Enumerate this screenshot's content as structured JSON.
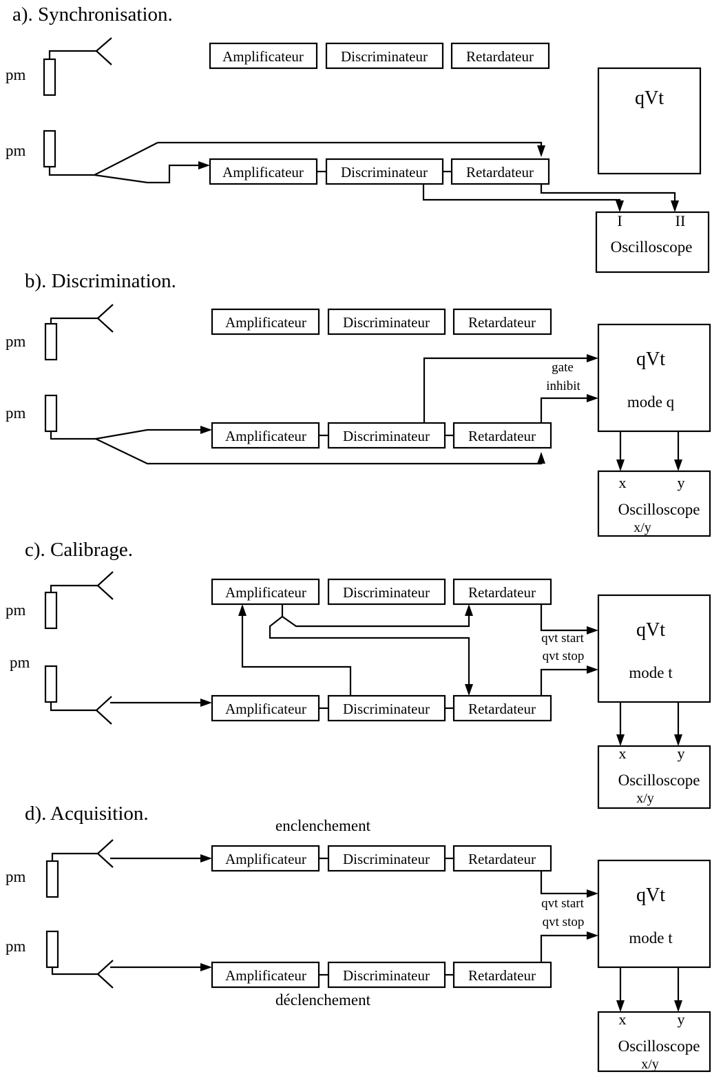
{
  "sections": [
    {
      "title": "a). Synchronisation.",
      "pm_label": "pm",
      "top_row": [
        "Amplificateur",
        "Discriminateur",
        "Retardateur"
      ],
      "bottom_row": [
        "Amplificateur",
        "Discriminateur",
        "Retardateur"
      ],
      "qvt": {
        "title": "qVt",
        "mode": ""
      },
      "oscilloscope": {
        "inputs": [
          "I",
          "II"
        ],
        "label": "Oscilloscope",
        "sublabel": ""
      }
    },
    {
      "title": "b). Discrimination.",
      "pm_label": "pm",
      "top_row": [
        "Amplificateur",
        "Discriminateur",
        "Retardateur"
      ],
      "bottom_row": [
        "Amplificateur",
        "Discriminateur",
        "Retardateur"
      ],
      "signal_labels": [
        "gate",
        "inhibit"
      ],
      "qvt": {
        "title": "qVt",
        "mode": "mode q"
      },
      "oscilloscope": {
        "inputs": [
          "x",
          "y"
        ],
        "label": "Oscilloscope",
        "sublabel": "x/y"
      }
    },
    {
      "title": "c). Calibrage.",
      "pm_label": "pm",
      "top_row": [
        "Amplificateur",
        "Discriminateur",
        "Retardateur"
      ],
      "bottom_row": [
        "Amplificateur",
        "Discriminateur",
        "Retardateur"
      ],
      "signal_labels": [
        "qvt start",
        "qvt stop"
      ],
      "qvt": {
        "title": "qVt",
        "mode": "mode t"
      },
      "oscilloscope": {
        "inputs": [
          "x",
          "y"
        ],
        "label": "Oscilloscope",
        "sublabel": "x/y"
      }
    },
    {
      "title": "d). Acquisition.",
      "pm_label": "pm",
      "top_row": [
        "Amplificateur",
        "Discriminateur",
        "Retardateur"
      ],
      "bottom_row": [
        "Amplificateur",
        "Discriminateur",
        "Retardateur"
      ],
      "top_caption": "enclenchement",
      "bottom_caption": "déclenchement",
      "signal_labels": [
        "qvt start",
        "qvt stop"
      ],
      "qvt": {
        "title": "qVt",
        "mode": "mode t"
      },
      "oscilloscope": {
        "inputs": [
          "x",
          "y"
        ],
        "label": "Oscilloscope",
        "sublabel": "x/y"
      }
    }
  ]
}
